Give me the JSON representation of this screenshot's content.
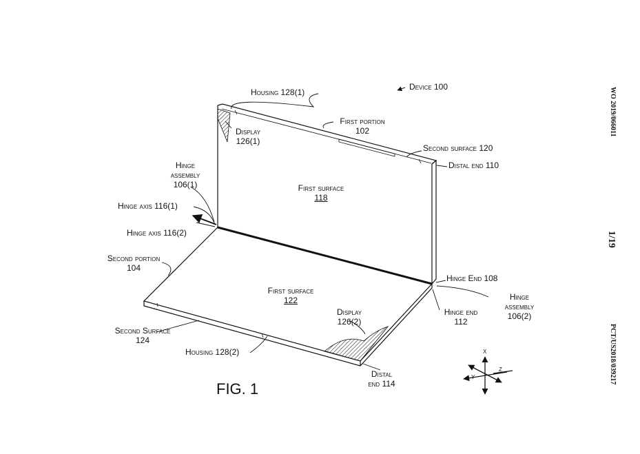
{
  "header": {
    "pub_number": "WO 2019/066011",
    "sheet": "1/19",
    "app_number": "PCT/US2018/039217"
  },
  "labels": {
    "device": "Device 100",
    "housing_1": "Housing 128(1)",
    "first_portion": "First portion",
    "first_portion_ref": "102",
    "display_1": "Display",
    "display_1_ref": "126(1)",
    "second_surface_120": "Second surface 120",
    "distal_end_110": "Distal end 110",
    "hinge_assembly_1_a": "Hinge",
    "hinge_assembly_1_b": "assembly",
    "hinge_assembly_1_ref": "106(1)",
    "first_surface_top": "First surface",
    "first_surface_top_ref": "118",
    "hinge_axis_1": "Hinge axis 116(1)",
    "hinge_axis_2": "Hinge axis 116(2)",
    "second_portion": "Second portion",
    "second_portion_ref": "104",
    "first_surface_bottom": "First surface",
    "first_surface_bottom_ref": "122",
    "hinge_end_108": "Hinge End 108",
    "hinge_assembly_2_a": "Hinge",
    "hinge_assembly_2_b": "assembly",
    "hinge_assembly_2_ref": "106(2)",
    "hinge_end_112": "Hinge end",
    "hinge_end_112_ref": "112",
    "display_2": "Display",
    "display_2_ref": "126(2)",
    "second_surface_124": "Second Surface",
    "second_surface_124_ref": "124",
    "housing_2": "Housing 128(2)",
    "distal_end_114_a": "Distal",
    "distal_end_114_b": "end 114",
    "fig_label": "FIG. 1"
  },
  "axes": {
    "x": "x",
    "y": "y",
    "z": "z"
  }
}
